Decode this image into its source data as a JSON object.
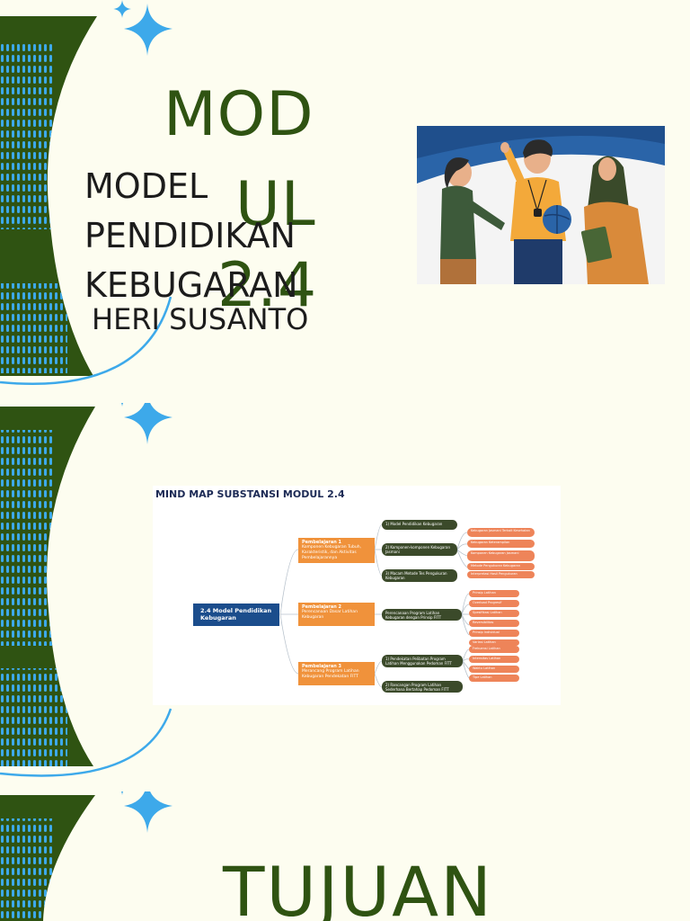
{
  "colors": {
    "background": "#fdfdf0",
    "dark_green": "#2f5312",
    "accent_blue": "#3da9ea",
    "text_dark": "#1c1c1c"
  },
  "slide1": {
    "title_lines": [
      "MOD",
      "UL",
      "2.4"
    ],
    "subtitle_lines": [
      "MODEL",
      "PENDIDIKAN",
      "KEBUGARAN"
    ],
    "author": "HERI SUSANTO",
    "illustration": "people-discussion-illustration"
  },
  "slide2": {
    "mindmap": {
      "title": "MIND MAP SUBSTANSI MODUL 2.4",
      "root": "2.4 Model Pendidikan Kebugaran",
      "branches": [
        {
          "heading": "Pembelajaran 1",
          "text": "Komponen Kebugaran Tubuh, Karakteristik, dan Aktivitas Pembelajarannya",
          "subtopics": [
            "1) Model Pendidikan Kebugaran",
            "2) Komponen-komponen Kebugaran Jasmani",
            "3) Macam Metode Tes Pengukuran Kebugaran"
          ],
          "leaves": [
            "Kebugaran Jasmani Terkait Kesehatan",
            "Kebugaran Keterampilan",
            "Komponen Kebugaran Jasmani",
            "Metode Pengukuran Kebugaran",
            "Interpretasi Hasil Pengukuran"
          ]
        },
        {
          "heading": "Pembelajaran 2",
          "text": "Perencanaan Dasar Latihan Kebugaran",
          "subtopics": [
            "Perencanaan Program Latihan Kebugaran dengan Prinsip FITT"
          ],
          "leaves": [
            "Prinsip Latihan",
            "Overload Progresif",
            "Spesifikasi Latihan",
            "Reversibilitas",
            "Prinsip Individual",
            "Variasi Latihan"
          ]
        },
        {
          "heading": "Pembelajaran 3",
          "text": "Merancang Program Latihan Kebugaran Pendekatan FITT",
          "subtopics": [
            "1) Pendekatan Pelibatan Program Latihan Menggunakan Pedoman FITT",
            "2) Rancangan Program Latihan Sederhana Bertahap Pedoman FITT"
          ],
          "leaves": [
            "Frekuensi Latihan",
            "Intensitas Latihan",
            "Waktu Latihan",
            "Tipe Latihan"
          ]
        }
      ]
    }
  },
  "slide3": {
    "title": "TUJUAN"
  }
}
